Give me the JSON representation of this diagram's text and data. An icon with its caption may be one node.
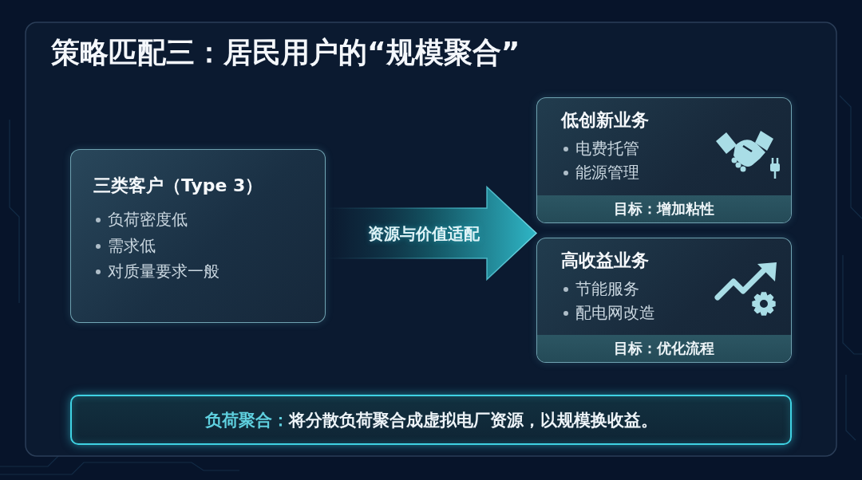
{
  "diagram": {
    "title": "策略匹配三：居民用户的“规模聚合”",
    "nodes": [
      {
        "text": [
          "三类客户（Type 3）",
          "负荷密度低",
          "需求低",
          "对质量要求一般"
        ]
      },
      {
        "text": [
          "低创新业务",
          "电费托管",
          "能源管理",
          "目标：增加粘性"
        ]
      },
      {
        "text": [
          "高收益业务",
          "节能服务",
          "配电网改造",
          "目标：优化流程"
        ]
      },
      {
        "text": [
          "**负荷聚合：**将分散负荷聚合成虚拟电厂资源，以规模换收益。"
        ]
      }
    ],
    "edges": [
      {
        "from": 0,
        "to": 1,
        "arrow": "to",
        "label": "资源与价值适配",
        "style": "thick"
      },
      {
        "from": 0,
        "to": 2,
        "arrow": "to",
        "style": "thick"
      }
    ]
  }
}
